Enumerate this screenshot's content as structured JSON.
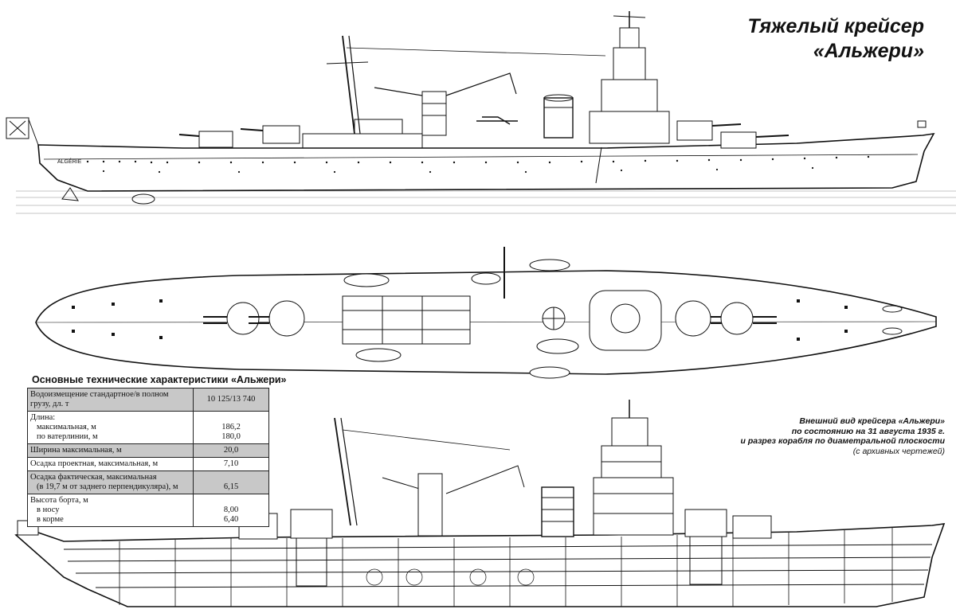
{
  "title": {
    "line1": "Тяжелый крейсер",
    "line2": "«Альжери»"
  },
  "hull_name": "ALGÉRIE",
  "specs": {
    "heading": "Основные технические характеристики «Альжери»",
    "rows": [
      {
        "label": "Водоизмещение стандартное/в полном грузу, дл. т",
        "sub": [],
        "values": [
          "10 125/13 740"
        ],
        "shaded": true
      },
      {
        "label": "Длина:",
        "sub": [
          "максимальная, м",
          "по ватерлинии, м"
        ],
        "values": [
          "186,2",
          "180,0"
        ],
        "shaded": false
      },
      {
        "label": "Ширина максимальная, м",
        "sub": [],
        "values": [
          "20,0"
        ],
        "shaded": true
      },
      {
        "label": "Осадка проектная, максимальная, м",
        "sub": [],
        "values": [
          "7,10"
        ],
        "shaded": false
      },
      {
        "label": "Осадка фактическая, максимальная",
        "sub": [
          "(в 19,7 м от заднего перпендикуляра), м"
        ],
        "values": [
          "6,15"
        ],
        "shaded": true
      },
      {
        "label": "Высота борта, м",
        "sub": [
          "в носу",
          "в корме"
        ],
        "values": [
          "8,00",
          "6,40"
        ],
        "shaded": false
      }
    ]
  },
  "caption": {
    "line1": "Внешний вид крейсера «Альжери»",
    "line2": "по состоянию на 31 августа 1935 г.",
    "line3": "и разрез корабля по диаметральной плоскости",
    "line4": "(с архивных чертежей)"
  },
  "colors": {
    "ink": "#111111",
    "table_shade": "#c8c8c8",
    "water": "#bbbbbb"
  }
}
